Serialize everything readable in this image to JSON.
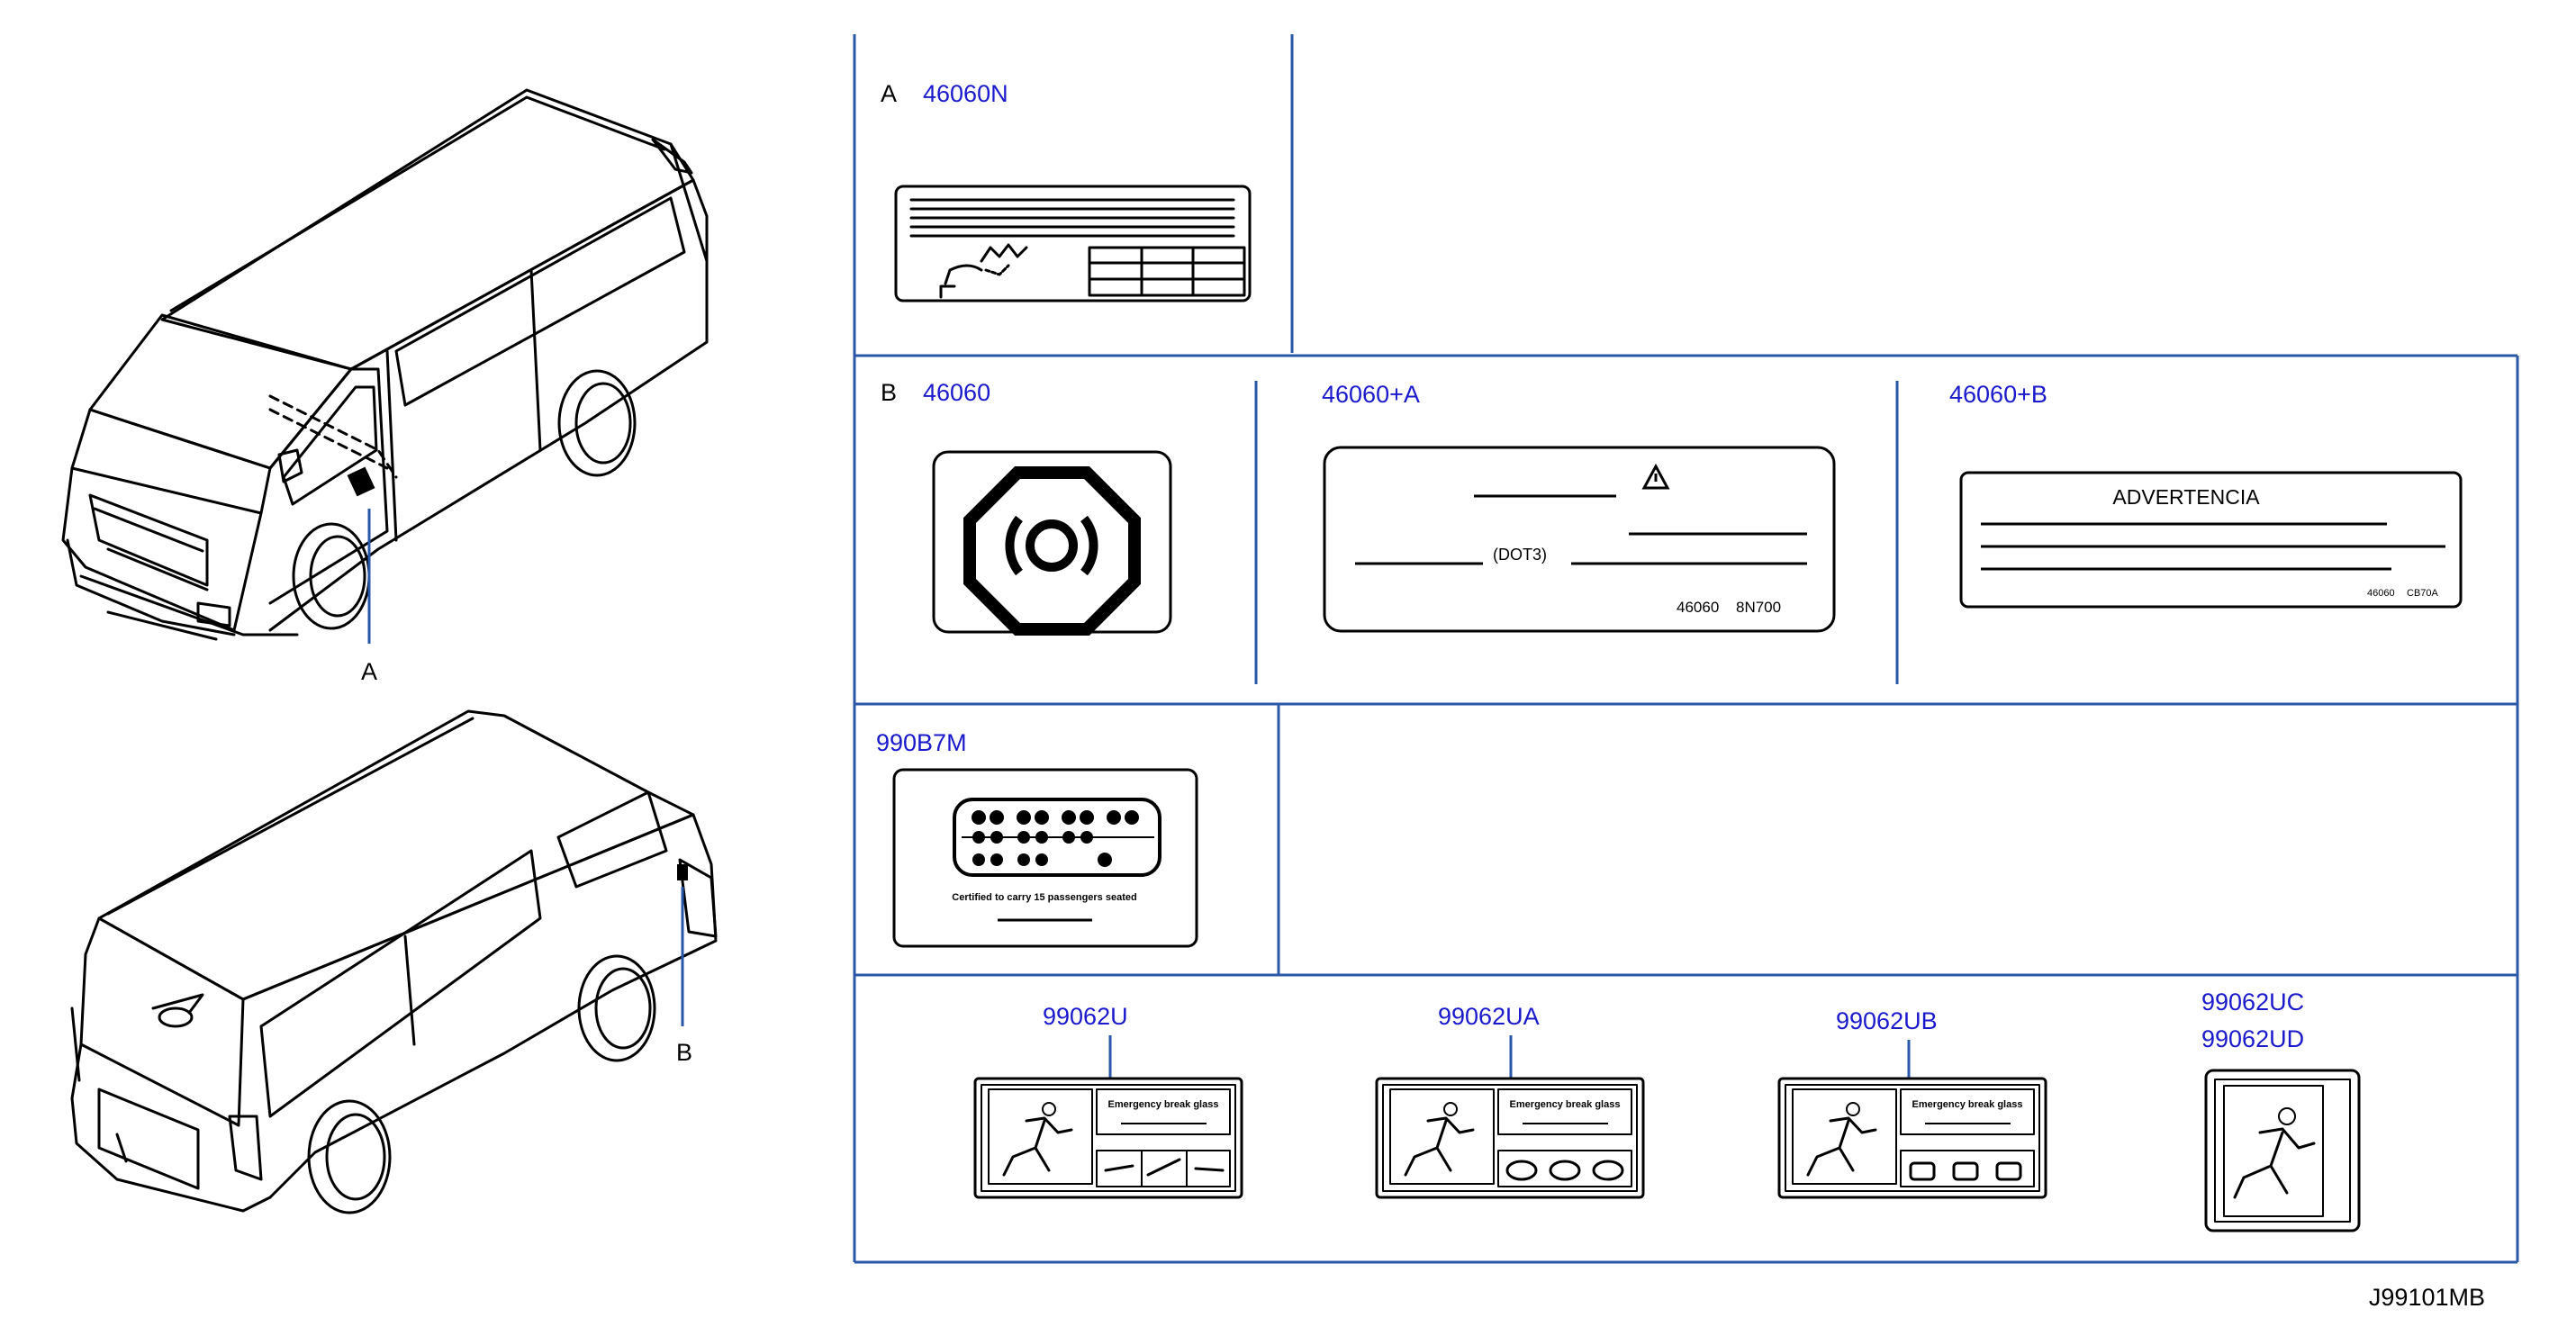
{
  "diagram_code": "J99101MB",
  "callouts": {
    "a": "A",
    "b": "B"
  },
  "section_a": {
    "letter": "A",
    "part": "46060N"
  },
  "section_b": {
    "letter": "B",
    "parts": [
      "46060",
      "46060+A",
      "46060+B"
    ],
    "label_a": {
      "text": "(DOT3)",
      "code1": "46060",
      "code2": "8N700"
    },
    "label_b": {
      "title": "ADVERTENCIA",
      "code1": "46060",
      "code2": "CB70A"
    }
  },
  "section_c": {
    "part": "990B7M",
    "caption": "Certified to carry 15 passengers seated"
  },
  "section_d": {
    "parts": [
      "99062U",
      "99062UA",
      "99062UB"
    ],
    "part_last_1": "99062UC",
    "part_last_2": "99062UD",
    "label_title": "Emergency break glass"
  }
}
